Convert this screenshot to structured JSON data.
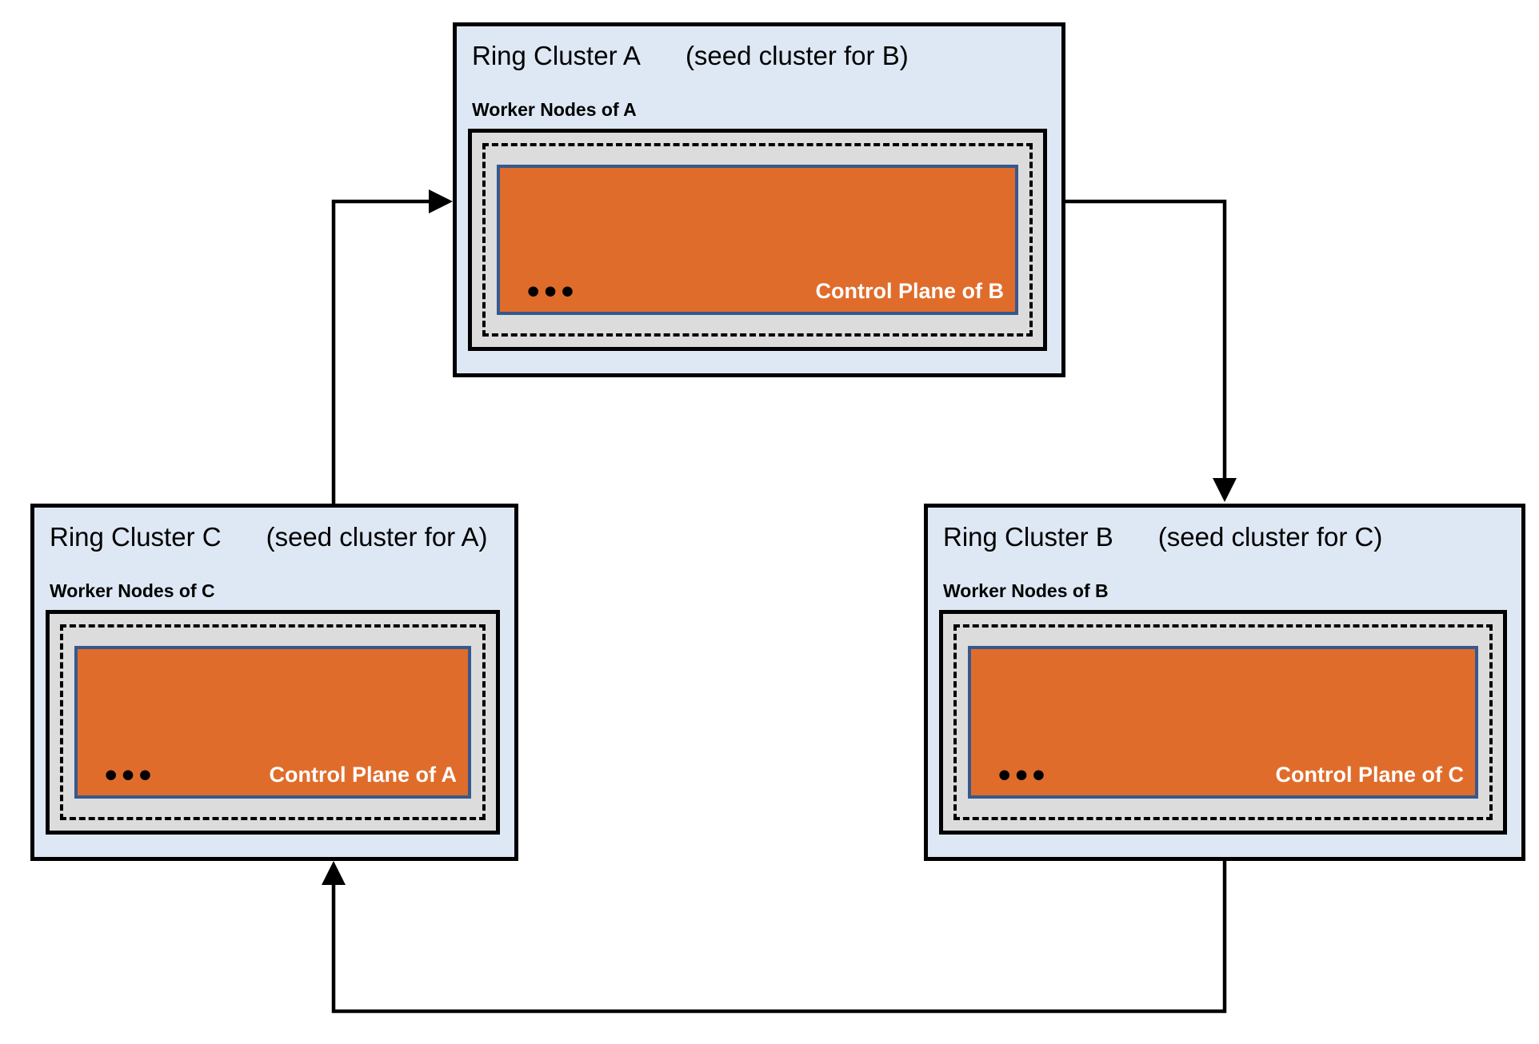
{
  "diagram": {
    "clusters": [
      {
        "title": "Ring Cluster A",
        "seed_note": "(seed cluster for B)",
        "worker_label": "Worker Nodes of A",
        "control_plane_label": "Control Plane of B",
        "ellipsis": "•••"
      },
      {
        "title": "Ring Cluster C",
        "seed_note": "(seed cluster for A)",
        "worker_label": "Worker Nodes of C",
        "control_plane_label": "Control Plane of A",
        "ellipsis": "•••"
      },
      {
        "title": "Ring Cluster B",
        "seed_note": "(seed cluster for C)",
        "worker_label": "Worker Nodes of B",
        "control_plane_label": "Control Plane of C",
        "ellipsis": "•••"
      }
    ],
    "arrows": [
      {
        "from": "Ring Cluster C",
        "to": "Ring Cluster A"
      },
      {
        "from": "Ring Cluster A",
        "to": "Ring Cluster B"
      },
      {
        "from": "Ring Cluster B",
        "to": "Ring Cluster C"
      }
    ],
    "colors": {
      "cluster_bg": "#dee8f4",
      "node_box_bg": "#dcdcdc",
      "control_plane_bg": "#e06c2b",
      "control_plane_border": "#35598e",
      "line": "#000000"
    }
  }
}
